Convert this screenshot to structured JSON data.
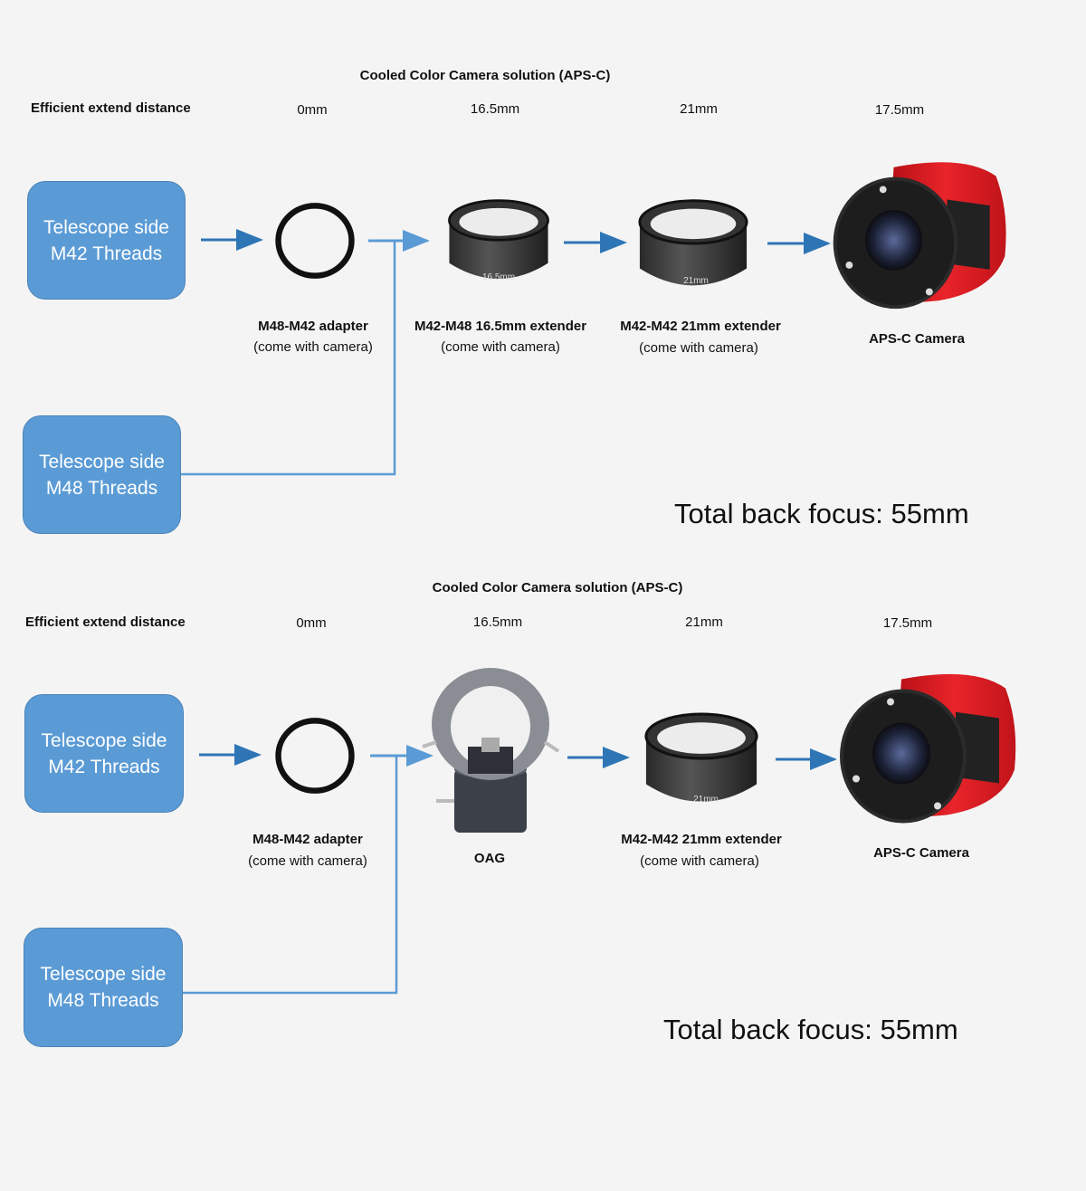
{
  "panels": [
    {
      "title": "Cooled Color Camera solution (APS-C)",
      "extend_label": "Efficient extend distance",
      "distances": [
        "0mm",
        "16.5mm",
        "21mm",
        "17.5mm"
      ],
      "telescope_m42": [
        "Telescope side",
        "M42 Threads"
      ],
      "telescope_m48": [
        "Telescope side",
        "M48 Threads"
      ],
      "components": [
        {
          "name": "M48-M42 adapter",
          "note": "(come with camera)"
        },
        {
          "name": "M42-M48 16.5mm extender",
          "note": "(come with camera)",
          "engraving": "16.5mm"
        },
        {
          "name": "M42-M42 21mm extender",
          "note": "(come with camera)",
          "engraving": "21mm"
        },
        {
          "name": "APS-C Camera"
        }
      ],
      "total": "Total back focus: 55mm"
    },
    {
      "title": "Cooled Color Camera solution (APS-C)",
      "extend_label": "Efficient extend distance",
      "distances": [
        "0mm",
        "16.5mm",
        "21mm",
        "17.5mm"
      ],
      "telescope_m42": [
        "Telescope side",
        "M42 Threads"
      ],
      "telescope_m48": [
        "Telescope side",
        "M48 Threads"
      ],
      "components": [
        {
          "name": "M48-M42 adapter",
          "note": "(come with camera)"
        },
        {
          "name": "OAG"
        },
        {
          "name": "M42-M42 21mm extender",
          "note": "(come with camera)",
          "engraving": "21mm"
        },
        {
          "name": "APS-C Camera"
        }
      ],
      "total": "Total back focus: 55mm"
    }
  ],
  "colors": {
    "box": "#5b9bd5",
    "arrow": "#2e75b6",
    "camera_red": "#d9141c"
  }
}
